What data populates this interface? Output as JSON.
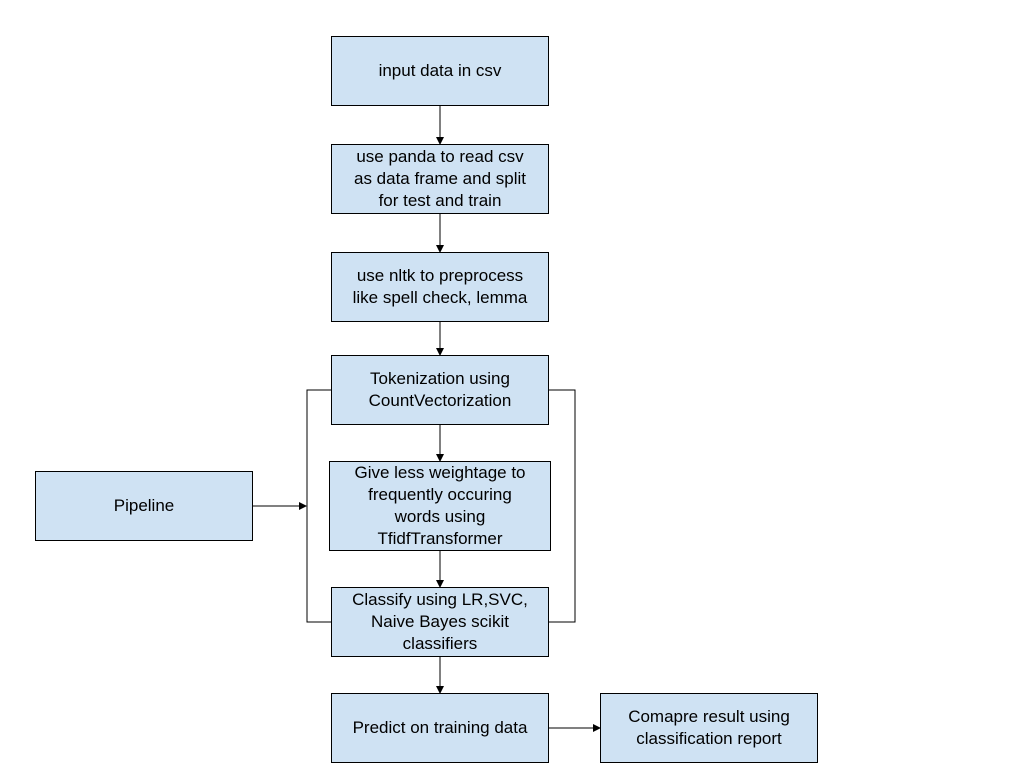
{
  "colors": {
    "box_fill": "#cfe2f3",
    "stroke": "#000000",
    "background": "#ffffff"
  },
  "nodes": {
    "input": "input data in csv",
    "panda": "use panda to read csv\nas data frame and split\nfor test and train",
    "nltk": "use nltk to preprocess\nlike spell check, lemma",
    "tokenize": "Tokenization using\nCountVectorization",
    "tfidf": "Give less weightage to\nfrequently occuring\nwords using\nTfidfTransformer",
    "classify": "Classify using LR,SVC,\nNaive Bayes scikit\nclassifiers",
    "pipeline": "Pipeline",
    "predict": "Predict on training data",
    "compare": "Comapre result using\nclassification report"
  },
  "edges": [
    {
      "from": "input",
      "to": "panda"
    },
    {
      "from": "panda",
      "to": "nltk"
    },
    {
      "from": "nltk",
      "to": "tokenize"
    },
    {
      "from": "tokenize",
      "to": "tfidf"
    },
    {
      "from": "tfidf",
      "to": "classify"
    },
    {
      "from": "classify",
      "to": "predict"
    },
    {
      "from": "predict",
      "to": "compare"
    },
    {
      "from": "pipeline",
      "to": "pipeline-bracket"
    }
  ]
}
